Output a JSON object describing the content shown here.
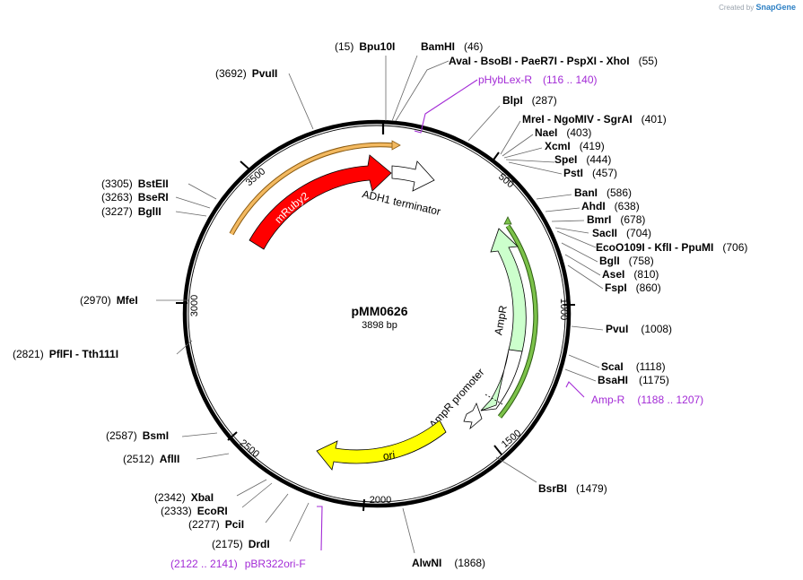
{
  "credit": {
    "prefix": "Created by",
    "brand": "SnapGene"
  },
  "plasmid": {
    "name": "pMM0626",
    "size_label": "3898 bp",
    "length": 3898
  },
  "tick_labels": [
    "500",
    "1000",
    "1500",
    "2000",
    "2500",
    "3000",
    "3500"
  ],
  "sites": [
    {
      "pos": "(15)",
      "text": "Bpu10I"
    },
    {
      "pos": "(46)",
      "text": "BamHI"
    },
    {
      "pos": "(55)",
      "text": "AvaI - BsoBI - PaeR7I - PspXI - XhoI"
    },
    {
      "pos": "(287)",
      "text": "BlpI"
    },
    {
      "pos": "(401)",
      "text": "MreI - NgoMIV - SgrAI"
    },
    {
      "pos": "(403)",
      "text": "NaeI"
    },
    {
      "pos": "(419)",
      "text": "XcmI"
    },
    {
      "pos": "(444)",
      "text": "SpeI"
    },
    {
      "pos": "(457)",
      "text": "PstI"
    },
    {
      "pos": "(586)",
      "text": "BanI"
    },
    {
      "pos": "(638)",
      "text": "AhdI"
    },
    {
      "pos": "(678)",
      "text": "BmrI"
    },
    {
      "pos": "(704)",
      "text": "SacII"
    },
    {
      "pos": "(706)",
      "text": "EcoO109I - KflI - PpuMI"
    },
    {
      "pos": "(758)",
      "text": "BglI"
    },
    {
      "pos": "(810)",
      "text": "AseI"
    },
    {
      "pos": "(860)",
      "text": "FspI"
    },
    {
      "pos": "(1008)",
      "text": "PvuI"
    },
    {
      "pos": "(1118)",
      "text": "ScaI"
    },
    {
      "pos": "(1175)",
      "text": "BsaHI"
    },
    {
      "pos": "(1479)",
      "text": "BsrBI"
    },
    {
      "pos": "(1868)",
      "text": "AlwNI"
    },
    {
      "pos": "(2175)",
      "text": "DrdI"
    },
    {
      "pos": "(2277)",
      "text": "PciI"
    },
    {
      "pos": "(2333)",
      "text": "EcoRI"
    },
    {
      "pos": "(2342)",
      "text": "XbaI"
    },
    {
      "pos": "(2512)",
      "text": "AflII"
    },
    {
      "pos": "(2587)",
      "text": "BsmI"
    },
    {
      "pos": "(2821)",
      "text": "PflFI - Tth111I"
    },
    {
      "pos": "(2970)",
      "text": "MfeI"
    },
    {
      "pos": "(3227)",
      "text": "BglII"
    },
    {
      "pos": "(3263)",
      "text": "BseRI"
    },
    {
      "pos": "(3305)",
      "text": "BstEII"
    },
    {
      "pos": "(3692)",
      "text": "PvuII"
    }
  ],
  "primers": [
    {
      "name": "pHybLex-R",
      "range": "(116 .. 140)"
    },
    {
      "name": "Amp-R",
      "range": "(1188 .. 1207)"
    },
    {
      "name": "pBR322ori-F",
      "range": "(2122 .. 2141)"
    }
  ],
  "features": [
    {
      "name": "mRuby2",
      "color": "#ff0000"
    },
    {
      "name": "ADH1 terminator",
      "color": "#ffffff"
    },
    {
      "name": "AmpR",
      "color": "#ccffcc"
    },
    {
      "name": "AmpR promoter",
      "color": "#ffffff"
    },
    {
      "name": "ori",
      "color": "#ffff00"
    }
  ],
  "colors": {
    "primer": "#a32bd6",
    "orf_outer": "#f3b960",
    "orf_amp": "#7cc24a"
  }
}
